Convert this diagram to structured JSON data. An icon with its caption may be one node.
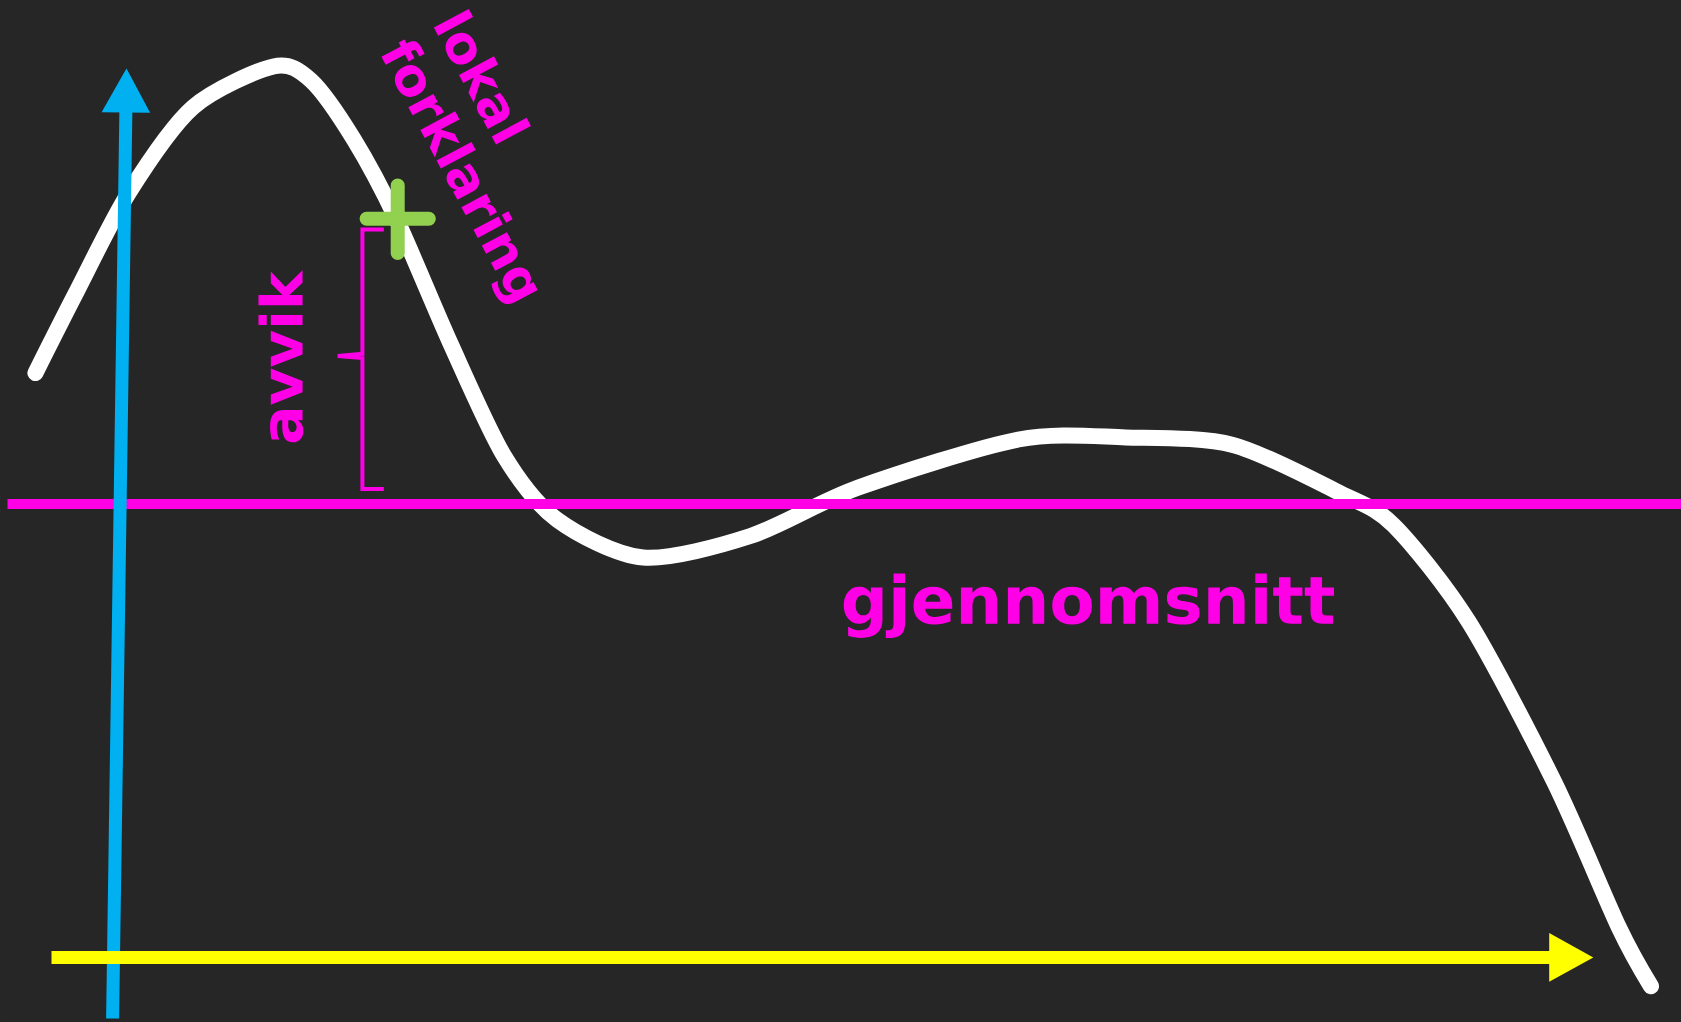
{
  "diagram": {
    "labels": [
      "lokal forklaring",
      "avvik",
      "gjennomsnitt"
    ]
  }
}
